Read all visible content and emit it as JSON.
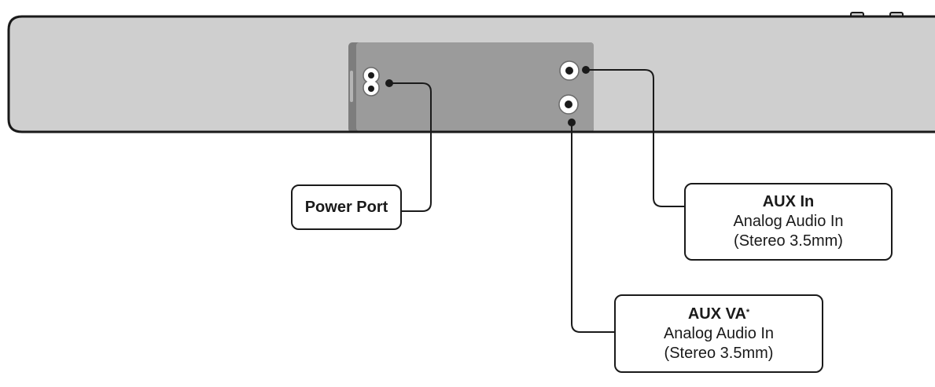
{
  "callouts": {
    "power": {
      "title": "Power Port"
    },
    "aux_in": {
      "title": "AUX In",
      "line1": "Analog Audio In",
      "line2": "(Stereo 3.5mm)"
    },
    "aux_va": {
      "title": "AUX VA",
      "title_mark": "*",
      "line1": "Analog Audio In",
      "line2": "(Stereo 3.5mm)"
    }
  },
  "colors": {
    "bar_body": "#cfcfcf",
    "panel": "#9b9b9b",
    "outline": "#1a1a1a"
  }
}
